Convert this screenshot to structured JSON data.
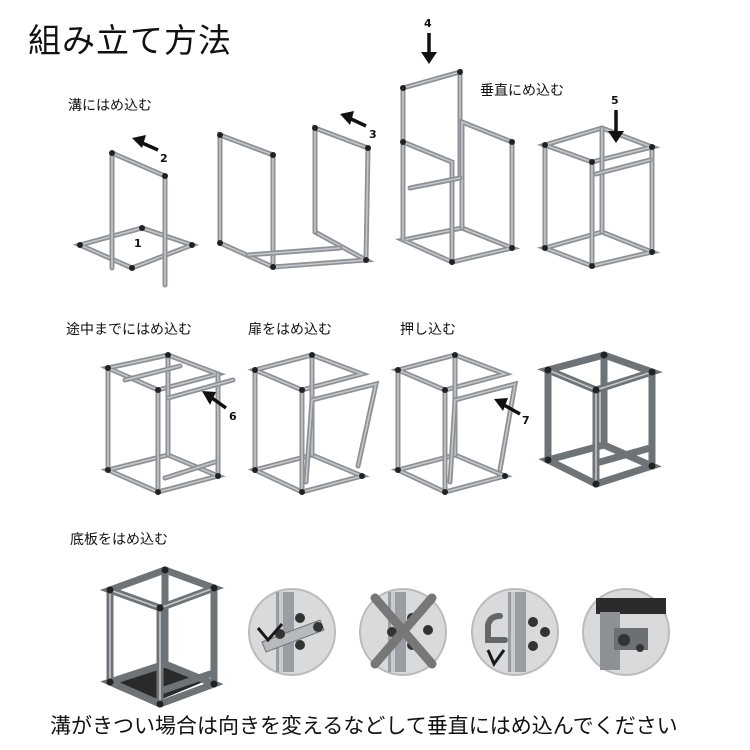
{
  "title": "組み立て方法",
  "steps": {
    "s1": "溝にはめ込む",
    "s4": "垂直にめ込む",
    "s6": "途中までにはめ込む",
    "s6b": "扉をはめ込む",
    "s7": "押し込む",
    "s8": "底板をはめ込む"
  },
  "numbers": {
    "n1": "1",
    "n2": "2",
    "n3": "3",
    "n4": "4",
    "n5": "5",
    "n6": "6",
    "n7": "7"
  },
  "footer": "溝がきつい場合は向きを変えるなどして垂直にはめ込んでください",
  "colors": {
    "rod": "#8d9196",
    "joint": "#222222",
    "arrow": "#111111"
  }
}
